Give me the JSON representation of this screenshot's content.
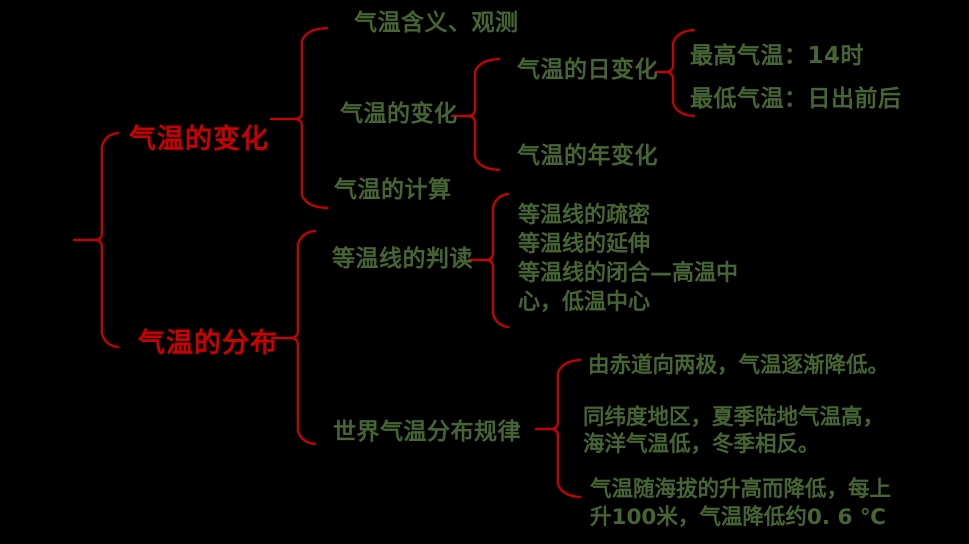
{
  "colors": {
    "background": "#000000",
    "brace_red": "#cc0000",
    "parent_red": "#cc0000",
    "child_green": "#466434"
  },
  "mindmap": {
    "branches": [
      {
        "label": "气温的变化",
        "children": [
          {
            "label": "气温含义、观测"
          },
          {
            "label": "气温的变化",
            "children": [
              {
                "label": "气温的日变化",
                "children": [
                  {
                    "label": "最高气温：14时"
                  },
                  {
                    "label": "最低气温：日出前后"
                  }
                ]
              },
              {
                "label": "气温的年变化"
              }
            ]
          },
          {
            "label": "气温的计算"
          }
        ]
      },
      {
        "label": "气温的分布",
        "children": [
          {
            "label": "等温线的判读",
            "note_lines": [
              "等温线的疏密",
              "等温线的延伸",
              "等温线的闭合—高温中",
              "心，低温中心"
            ]
          },
          {
            "label": "世界气温分布规律",
            "note_items": [
              {
                "lines": [
                  "由赤道向两极，气温逐渐降低。"
                ]
              },
              {
                "lines": [
                  "同纬度地区，夏季陆地气温高，",
                  "海洋气温低，冬季相反。"
                ]
              },
              {
                "lines": [
                  "气温随海拔的升高而降低，每上",
                  "升100米，气温降低约0. 6 ℃"
                ]
              }
            ]
          }
        ]
      }
    ]
  }
}
